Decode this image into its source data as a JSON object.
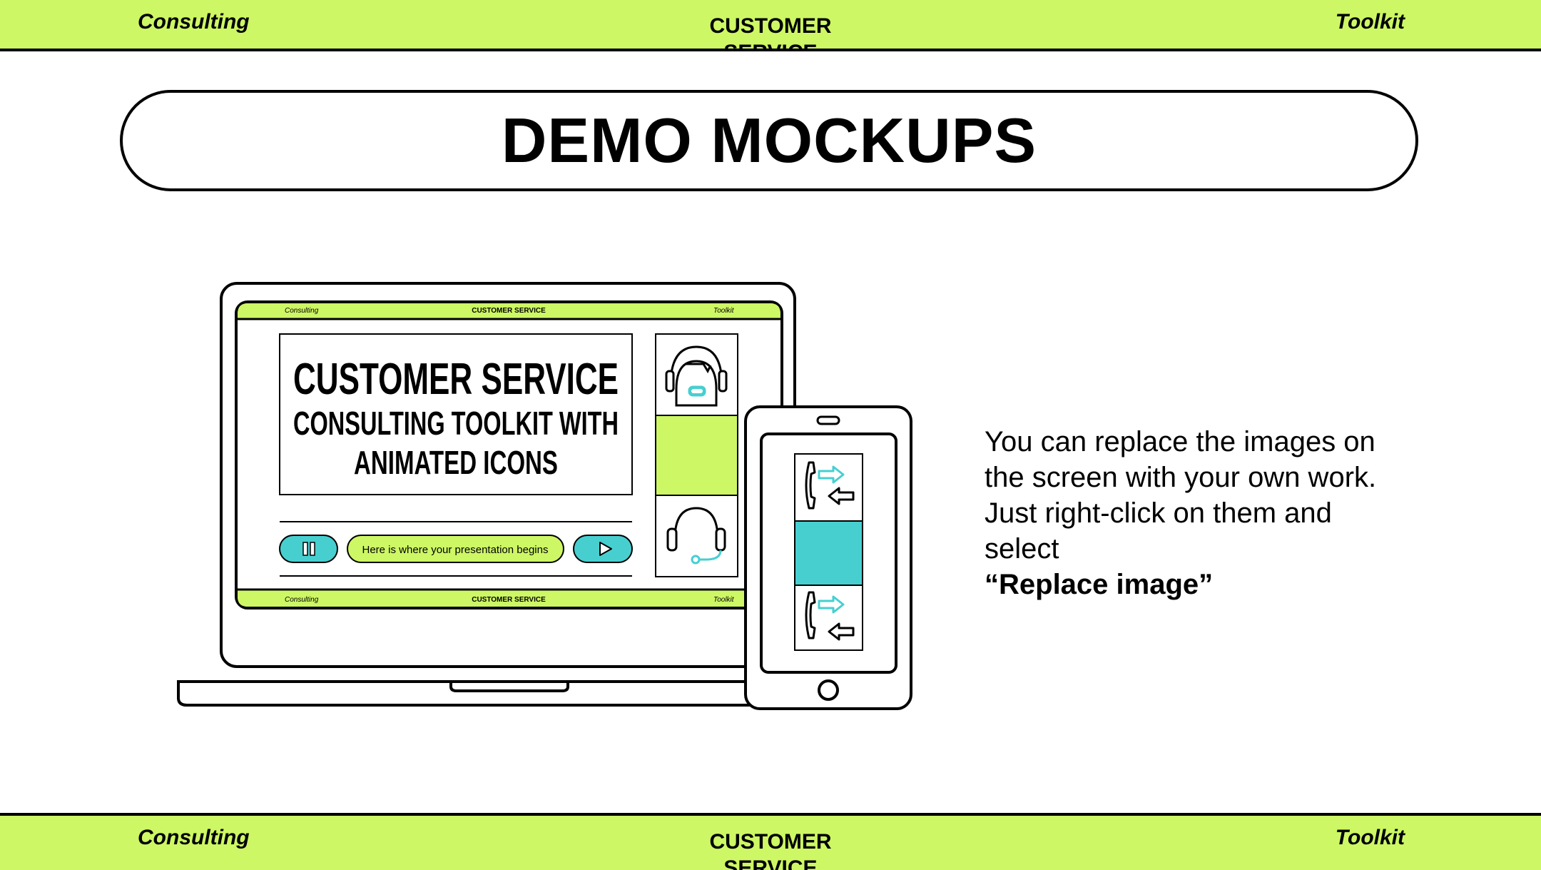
{
  "header": {
    "left": "Consulting",
    "center": "CUSTOMER SERVICE",
    "right": "Toolkit"
  },
  "footer": {
    "left": "Consulting",
    "center": "CUSTOMER SERVICE",
    "right": "Toolkit"
  },
  "title": "DEMO MOCKUPS",
  "laptop_screen": {
    "header_left": "Consulting",
    "header_center": "CUSTOMER SERVICE",
    "header_right": "Toolkit",
    "title_line1": "CUSTOMER SERVICE",
    "title_line2": "CONSULTING TOOLKIT WITH",
    "title_line3": "ANIMATED ICONS",
    "caption": "Here is where your presentation begins",
    "footer_left": "Consulting",
    "footer_center": "CUSTOMER SERVICE",
    "footer_right": "Toolkit"
  },
  "description": {
    "text": "You can replace the images on the screen with your own work. Just right-click on them and select",
    "emphasis": "“Replace image”"
  },
  "colors": {
    "accent_green": "#cdf764",
    "accent_teal": "#47cfd0",
    "outline": "#000000"
  },
  "icons": [
    "headset-agent-icon",
    "headset-icon",
    "phone-transfer-icon",
    "pause-icon",
    "play-icon"
  ]
}
